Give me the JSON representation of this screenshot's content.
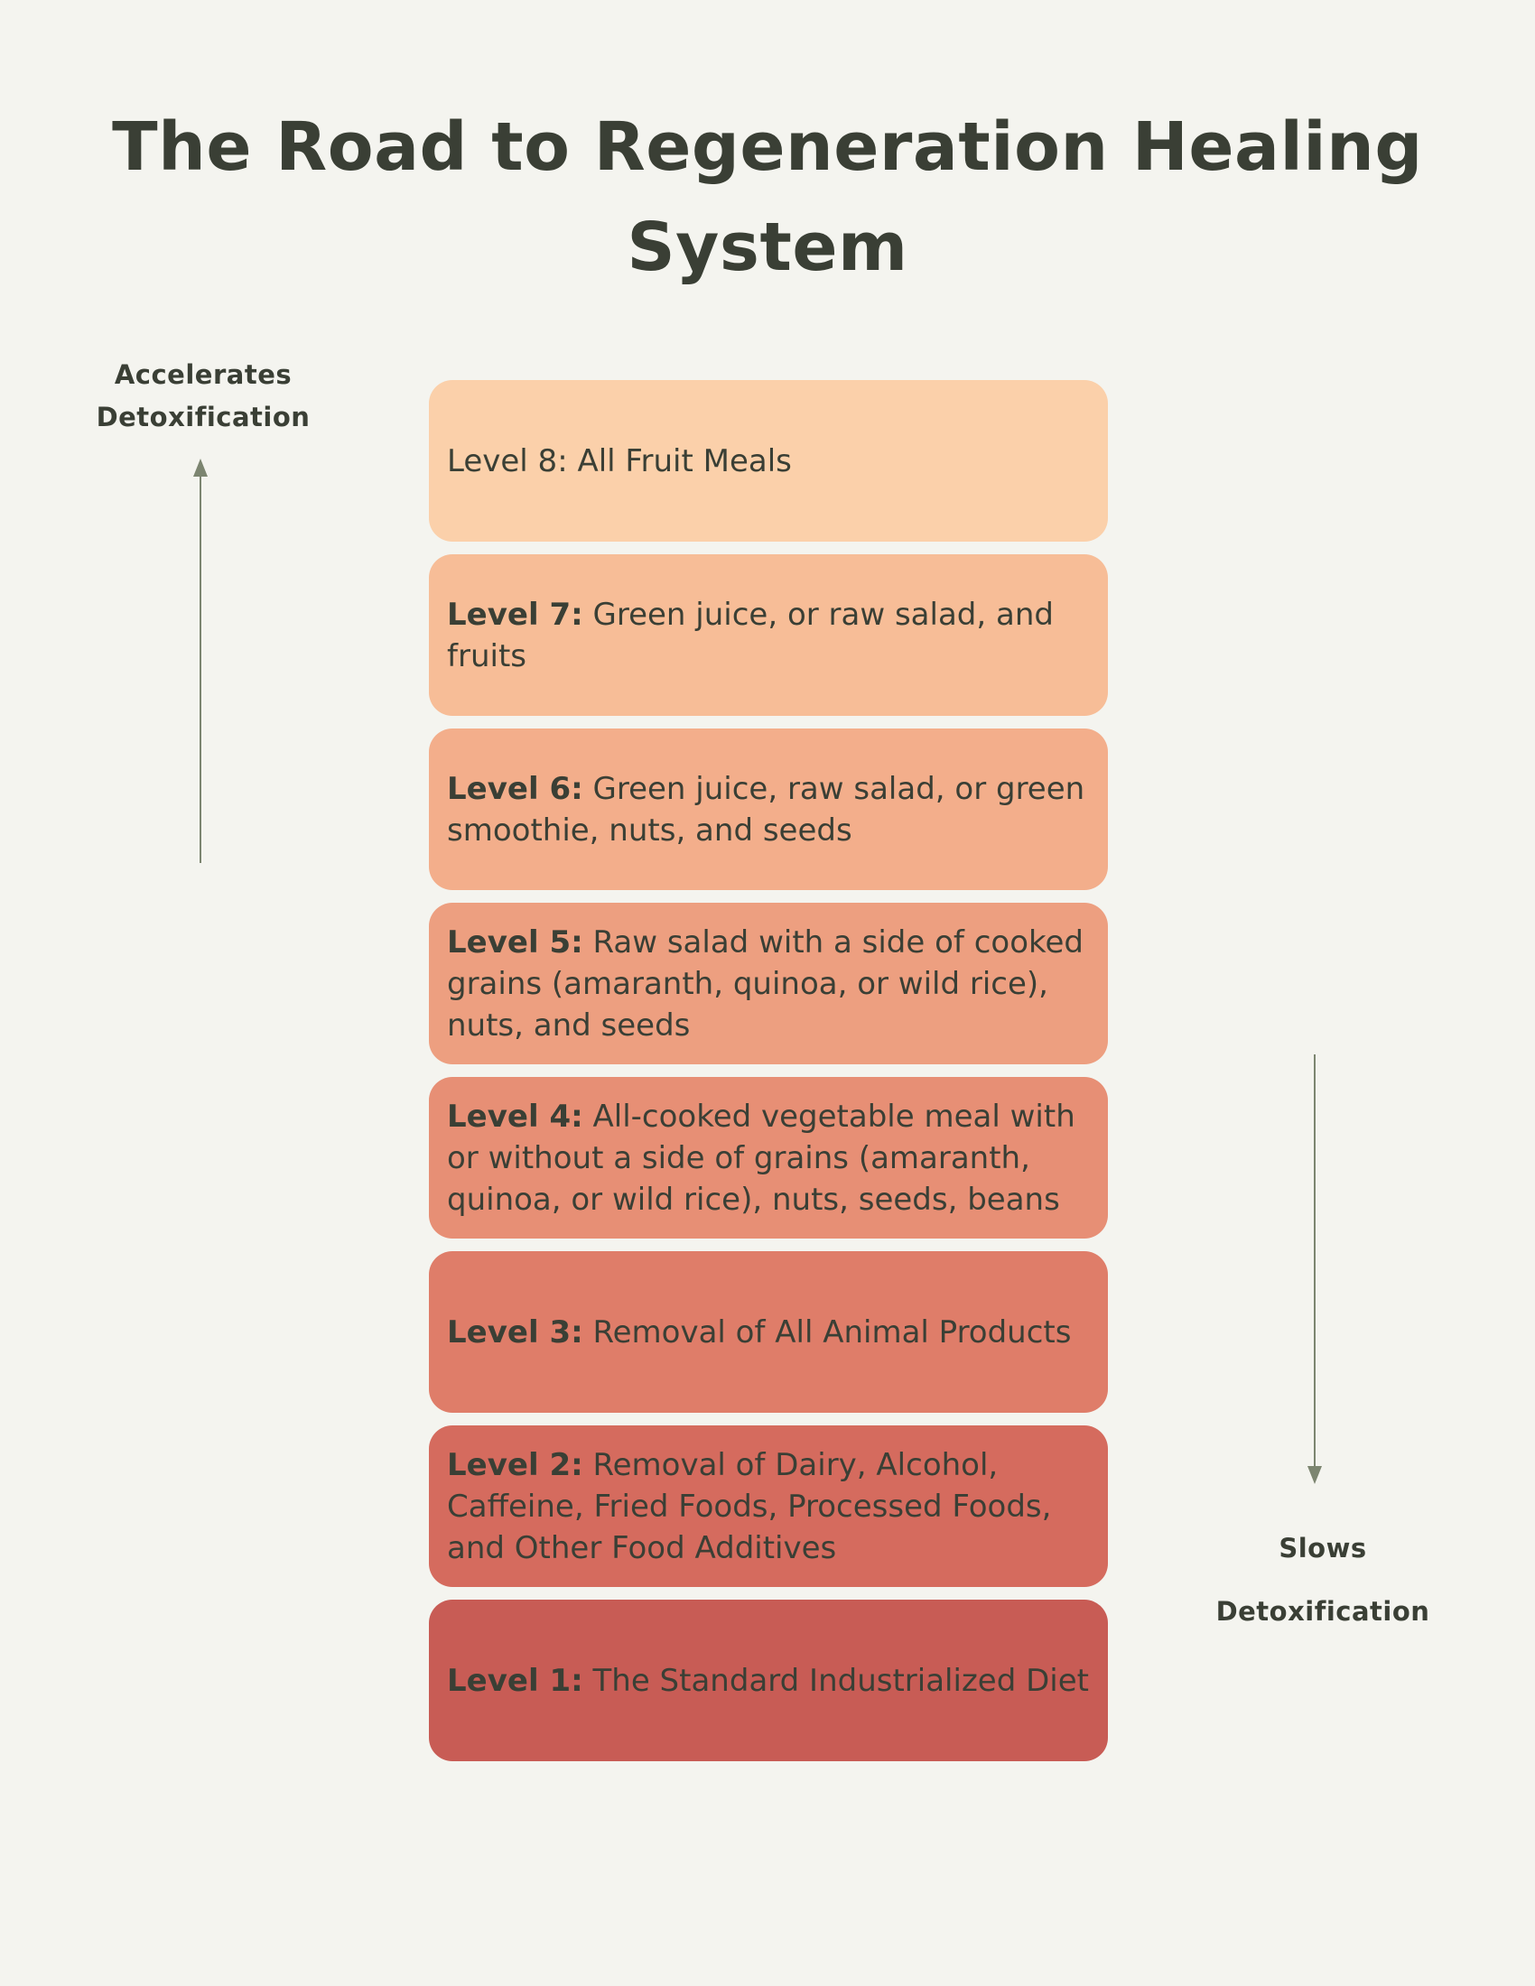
{
  "title": "The Road to Regeneration Healing System",
  "up_label": [
    "Accelerates",
    "Detoxification"
  ],
  "down_label": [
    "Slows",
    "Detoxification"
  ],
  "arrow_color": "#7c8570",
  "levels": [
    {
      "name": "Level 8:",
      "text": "All Fruit Meals",
      "bold": false,
      "color": "#fbd0aa"
    },
    {
      "name": "Level 7:",
      "text": "Green juice, or raw salad, and fruits",
      "bold": true,
      "color": "#f7bd97"
    },
    {
      "name": "Level 6:",
      "text": "Green juice, raw salad, or green smoothie, nuts, and seeds",
      "bold": true,
      "color": "#f3ae8b"
    },
    {
      "name": "Level 5:",
      "text": "Raw salad with a side of cooked grains (amaranth, quinoa, or wild rice), nuts, and seeds",
      "bold": true,
      "color": "#ed9f80"
    },
    {
      "name": "Level 4:",
      "text": "All-cooked vegetable meal with or without a side of grains (amaranth, quinoa, or wild rice), nuts, seeds, beans",
      "bold": true,
      "color": "#e78f75"
    },
    {
      "name": "Level 3:",
      "text": "Removal of All Animal Products",
      "bold": true,
      "color": "#df7d69"
    },
    {
      "name": "Level 2:",
      "text": "Removal of Dairy, Alcohol, Caffeine, Fried Foods, Processed Foods, and Other Food Additives",
      "bold": true,
      "color": "#d56b5e"
    },
    {
      "name": "Level 1:",
      "text": "The Standard Industrialized Diet",
      "bold": true,
      "color": "#c85c55"
    }
  ]
}
